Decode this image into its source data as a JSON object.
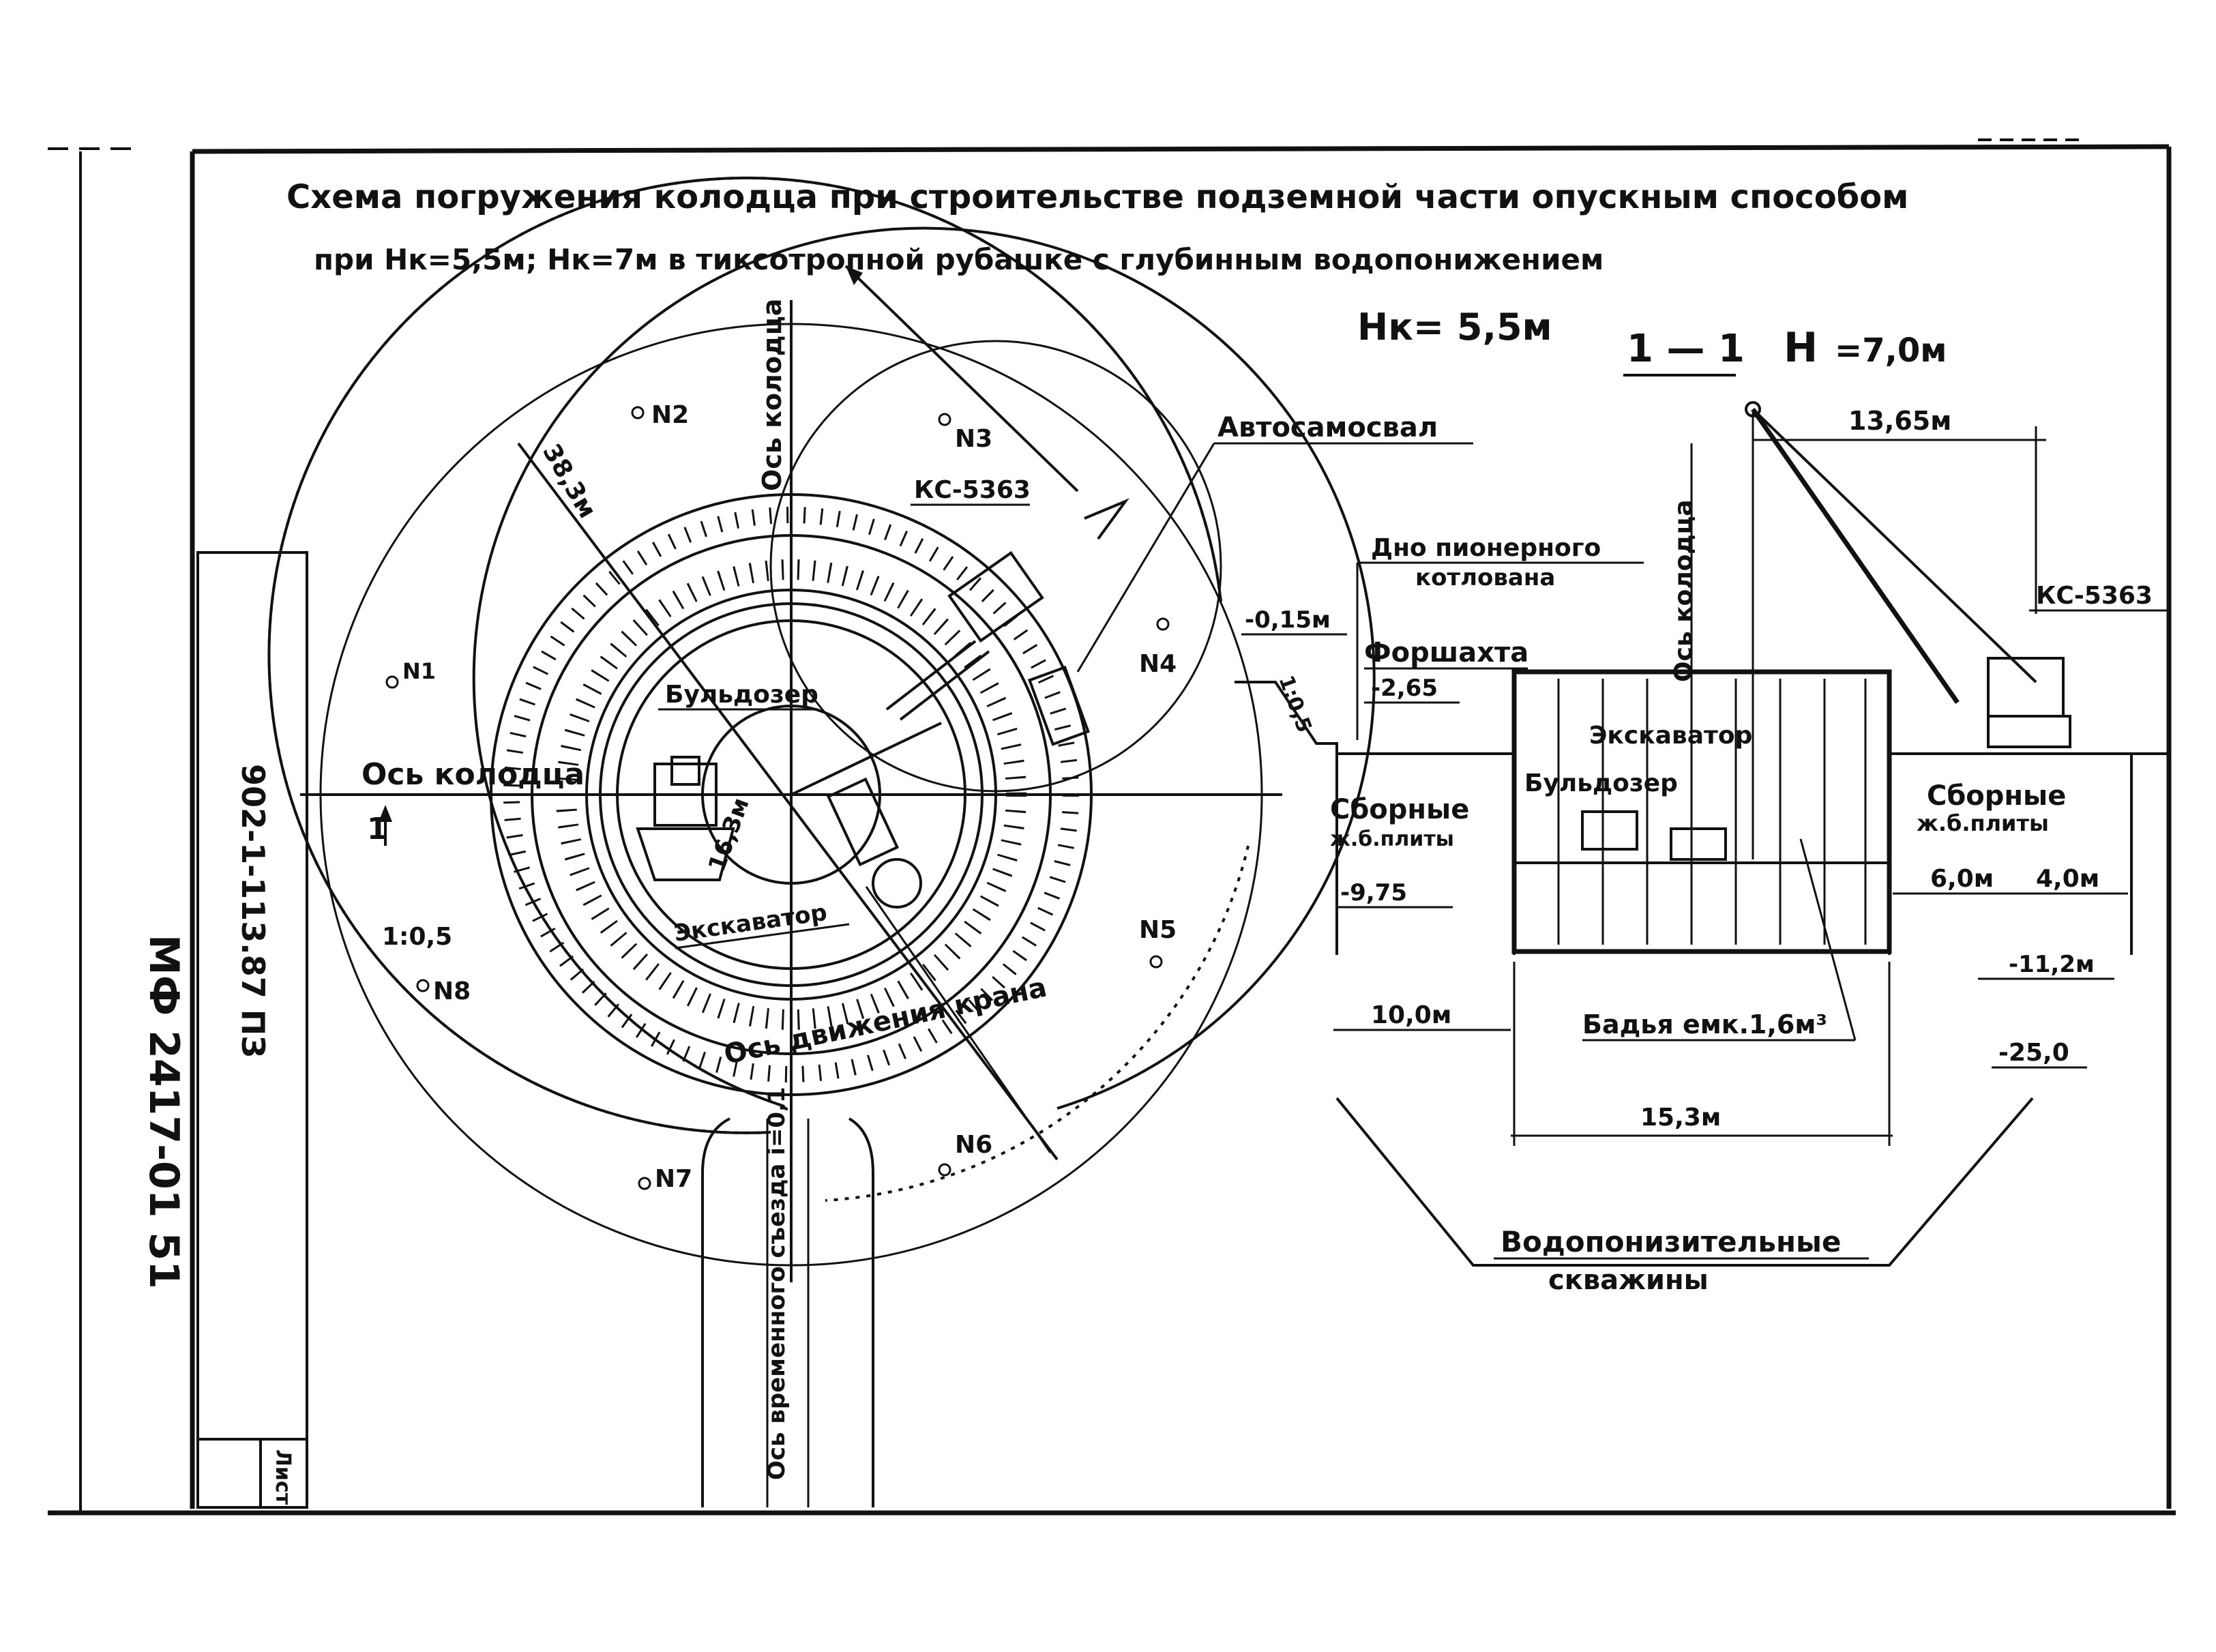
{
  "title": {
    "line1": "Схема погружения колодца при строительстве подземной части опускным способом",
    "line2": "при Нк=5,5м; Нк=7м в тиксотропной рубашке с глубинным водопонижением"
  },
  "headers": {
    "hk": "Нк= 5,5м",
    "section": "1 — 1",
    "h_letter": "Н",
    "h_value": "=7,0м"
  },
  "side_stamp": {
    "doc_code": "902-1-113.87 ПЗ",
    "archive_code": "МФ 2417-01 51",
    "sheet_label": "Лист"
  },
  "plan": {
    "well_axis_h": "Ось колодца",
    "well_axis_v": "Ось колодца",
    "radius_outer": "38,3м",
    "radius_inner": "16,3м",
    "slope": "1:0,5",
    "crane_model": "КС-5363",
    "crane_path": "Ось движения крана",
    "excavator": "Экскаватор",
    "bulldozer": "Бульдозер",
    "dump_truck": "Автосамосвал",
    "ramp_axis": "Ось временного съезда i=0,1",
    "section_mark": "1",
    "wells": [
      "N1",
      "N2",
      "N3",
      "N4",
      "N5",
      "N6",
      "N7",
      "N8"
    ]
  },
  "section": {
    "pit_bottom_line1": "Дно пионерного",
    "pit_bottom_line2": "котлована",
    "forshakhta": "Форшахта",
    "elev_minus015": "-0,15м",
    "elev_minus265": "-2,65",
    "elev_minus975": "-9,75",
    "elev_minus112": "-11,2м",
    "elev_minus250": "-25,0",
    "slope": "1:0,5",
    "precast_slabs_left_1": "Сборные",
    "precast_slabs_left_2": "ж.б.плиты",
    "precast_slabs_right_1": "Сборные",
    "precast_slabs_right_2": "ж.б.плиты",
    "excavator": "Экскаватор",
    "bulldozer": "Бульдозер",
    "well_axis": "Ось колодца",
    "crane_model": "КС-5363",
    "crane_reach": "13,65м",
    "dim_6": "6,0м",
    "dim_4": "4,0м",
    "dim_10": "10,0м",
    "dim_153": "15,3м",
    "bucket": "Бадья емк.1,6м³",
    "dewatering_1": "Водопонизительные",
    "dewatering_2": "скважины"
  }
}
